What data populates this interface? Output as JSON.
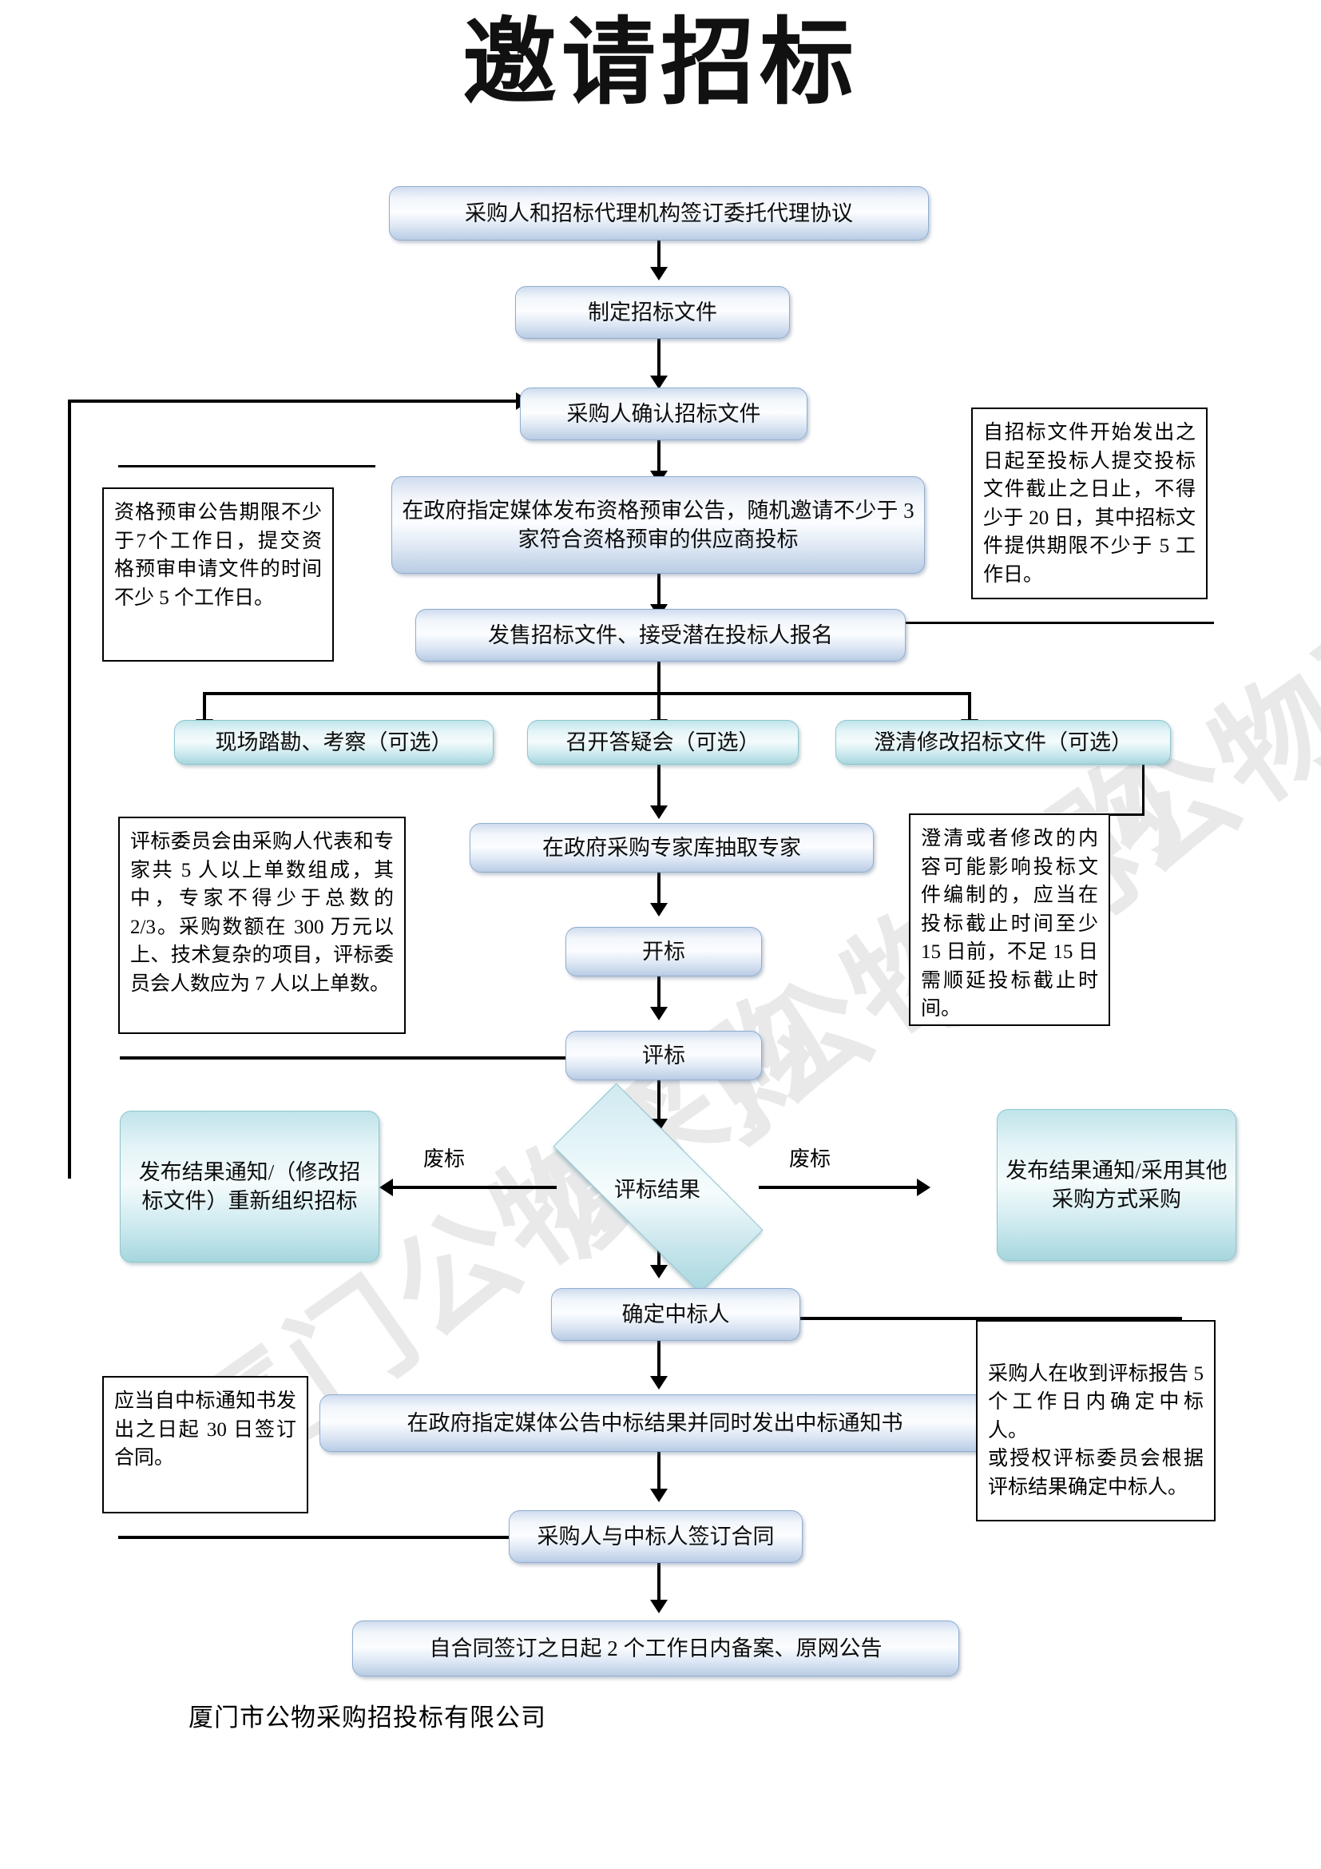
{
  "document": {
    "title": "邀请招标",
    "footer": "厦门市公物采购招投标有限公司",
    "watermark": "厦门公物采购"
  },
  "colors": {
    "process_fill": "#dde7f4",
    "process_border": "#8fadd0",
    "optional_fill": "#cdeaef",
    "optional_border": "#8fc6ce",
    "decision_fill": "#c8e6ec",
    "note_border": "#000000",
    "connector": "#000000",
    "watermark": "#e9e9ea"
  },
  "flow": {
    "nodes": [
      {
        "id": "n1",
        "label": "采购人和招标代理机构签订委托代理协议",
        "type": "process"
      },
      {
        "id": "n2",
        "label": "制定招标文件",
        "type": "process"
      },
      {
        "id": "n3",
        "label": "采购人确认招标文件",
        "type": "process"
      },
      {
        "id": "n4",
        "label": "在政府指定媒体发布资格预审公告，随机邀请不少于 3 家符合资格预审的供应商投标",
        "type": "process"
      },
      {
        "id": "n5",
        "label": "发售招标文件、接受潜在投标人报名",
        "type": "process"
      },
      {
        "id": "n6",
        "label": "现场踏勘、考察（可选）",
        "type": "optional"
      },
      {
        "id": "n7",
        "label": "召开答疑会（可选）",
        "type": "optional"
      },
      {
        "id": "n8",
        "label": "澄清修改招标文件（可选）",
        "type": "optional"
      },
      {
        "id": "n9",
        "label": "在政府采购专家库抽取专家",
        "type": "process"
      },
      {
        "id": "n10",
        "label": "开标",
        "type": "process"
      },
      {
        "id": "n11",
        "label": "评标",
        "type": "process"
      },
      {
        "id": "n12",
        "label": "评标结果",
        "type": "decision"
      },
      {
        "id": "n13",
        "label": "发布结果通知/（修改招标文件）重新组织招标",
        "type": "optional"
      },
      {
        "id": "n14",
        "label": "发布结果通知/采用其他采购方式采购",
        "type": "optional"
      },
      {
        "id": "n15",
        "label": "确定中标人",
        "type": "process"
      },
      {
        "id": "n16",
        "label": "在政府指定媒体公告中标结果并同时发出中标通知书",
        "type": "process"
      },
      {
        "id": "n17",
        "label": "采购人与中标人签订合同",
        "type": "process"
      },
      {
        "id": "n18",
        "label": "自合同签订之日起 2 个工作日内备案、原网公告",
        "type": "process"
      }
    ],
    "edge_labels": {
      "reject_left": "废标",
      "reject_right": "废标"
    }
  },
  "notes": [
    {
      "id": "note1",
      "text": "资格预审公告期限不少于7个工作日，提交资格预审申请文件的时间不少 5 个工作日。"
    },
    {
      "id": "note2",
      "text": "自招标文件开始发出之日起至投标人提交投标文件截止之日止，不得少于 20 日，其中招标文件提供期限不少于 5 工作日。"
    },
    {
      "id": "note3",
      "text": "评标委员会由采购人代表和专家共 5 人以上单数组成，其中，专家不得少于总数的 2/3。采购数额在 300 万元以上、技术复杂的项目，评标委员会人数应为 7 人以上单数。"
    },
    {
      "id": "note4",
      "text": "澄清或者修改的内容可能影响投标文件编制的，应当在投标截止时间至少 15 日前，不足 15 日需顺延投标截止时间。"
    },
    {
      "id": "note5",
      "text": "采购人在收到评标报告 5 个工作日内确定中标人。\n或授权评标委员会根据评标结果确定中标人。"
    },
    {
      "id": "note6",
      "text": "应当自中标通知书发出之日起 30 日签订合同。"
    }
  ]
}
